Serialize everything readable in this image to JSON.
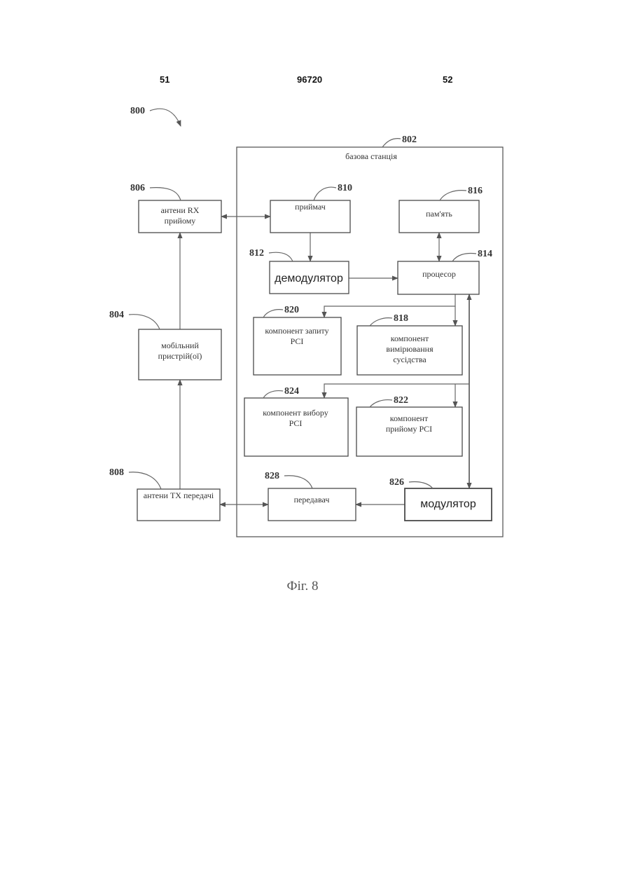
{
  "header": {
    "left_page": "51",
    "patent_number": "96720",
    "right_page": "52"
  },
  "figure": {
    "ref": "800",
    "caption": "Фіг. 8",
    "base_station": {
      "ref": "802",
      "label": "базова станція"
    },
    "blocks": {
      "rx_antennas": {
        "ref": "806",
        "line1": "антени RX",
        "line2": "прийому"
      },
      "mobile": {
        "ref": "804",
        "line1": "мобільний",
        "line2": "пристрій(ої)"
      },
      "tx_antennas": {
        "ref": "808",
        "line1": "антени TX передачі"
      },
      "receiver": {
        "ref": "810",
        "line1": "приймач"
      },
      "memory": {
        "ref": "816",
        "line1": "пам'ять"
      },
      "demodulator": {
        "ref": "812",
        "line1": "демодулятор"
      },
      "processor": {
        "ref": "814",
        "line1": "процесор"
      },
      "pci_request": {
        "ref": "820",
        "line1": "компонент запиту",
        "line2": "PCI"
      },
      "neighbor_meas": {
        "ref": "818",
        "line1": "компонент",
        "line2": "вимірювання",
        "line3": "сусідства"
      },
      "pci_select": {
        "ref": "824",
        "line1": "компонент вибору",
        "line2": "PCI"
      },
      "pci_receive": {
        "ref": "822",
        "line1": "компонент",
        "line2": "прийому PCI"
      },
      "transmitter": {
        "ref": "828",
        "line1": "передавач"
      },
      "modulator": {
        "ref": "826",
        "line1": "модулятор"
      }
    }
  }
}
